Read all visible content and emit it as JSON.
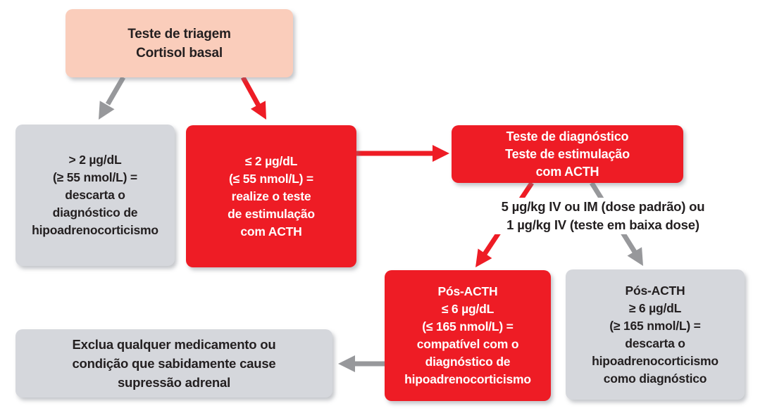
{
  "colors": {
    "red": "#EE1C25",
    "peach": "#FACDBB",
    "gray_box": "#D5D7DC",
    "arrow_gray": "#97989B",
    "text_dark": "#231F20",
    "text_white": "#FFFFFF",
    "background": "#FFFFFF"
  },
  "nodes": {
    "screening": {
      "variant": "peach",
      "lines": [
        "Teste de triagem",
        "Cortisol basal"
      ]
    },
    "rule_out_basal": {
      "variant": "gray",
      "lines": [
        "> 2 µg/dL",
        "(≥ 55 nmol/L) =",
        "descarta o",
        "diagnóstico de",
        "hipoadrenocorticismo"
      ]
    },
    "stimulation": {
      "variant": "red",
      "lines": [
        "≤ 2 µg/dL",
        "(≤ 55 nmol/L) =",
        "realize o teste",
        "de estimulação",
        "com ACTH"
      ]
    },
    "diagnostic": {
      "variant": "red",
      "lines": [
        "Teste de diagnóstico",
        "Teste de estimulação",
        "com ACTH"
      ]
    },
    "post_acth_low": {
      "variant": "red",
      "lines": [
        "Pós-ACTH",
        "≤ 6 µg/dL",
        "(≤ 165 nmol/L) =",
        "compatível com o",
        "diagnóstico de",
        "hipoadrenocorticismo"
      ]
    },
    "post_acth_high": {
      "variant": "gray",
      "lines": [
        "Pós-ACTH",
        "≥ 6 µg/dL",
        "(≥ 165 nmol/L) =",
        "descarta o",
        "hipoadrenocorticismo",
        "como diagnóstico"
      ]
    },
    "exclude": {
      "variant": "gray",
      "lines": [
        "Exclua qualquer medicamento ou",
        "condição que sabidamente cause",
        "supressão adrenal"
      ]
    }
  },
  "dose_note": {
    "lines": [
      "5 µg/kg IV ou IM (dose padrão) ou",
      "1 µg/kg IV (teste em baixa dose)"
    ]
  },
  "arrows": [
    {
      "from": "screening",
      "to": "rule_out_basal",
      "color": "gray"
    },
    {
      "from": "screening",
      "to": "stimulation",
      "color": "red"
    },
    {
      "from": "stimulation",
      "to": "diagnostic",
      "color": "red"
    },
    {
      "from": "diagnostic",
      "to": "post_acth_low",
      "color": "red"
    },
    {
      "from": "diagnostic",
      "to": "post_acth_high",
      "color": "gray"
    },
    {
      "from": "post_acth_low",
      "to": "exclude",
      "color": "gray"
    }
  ]
}
